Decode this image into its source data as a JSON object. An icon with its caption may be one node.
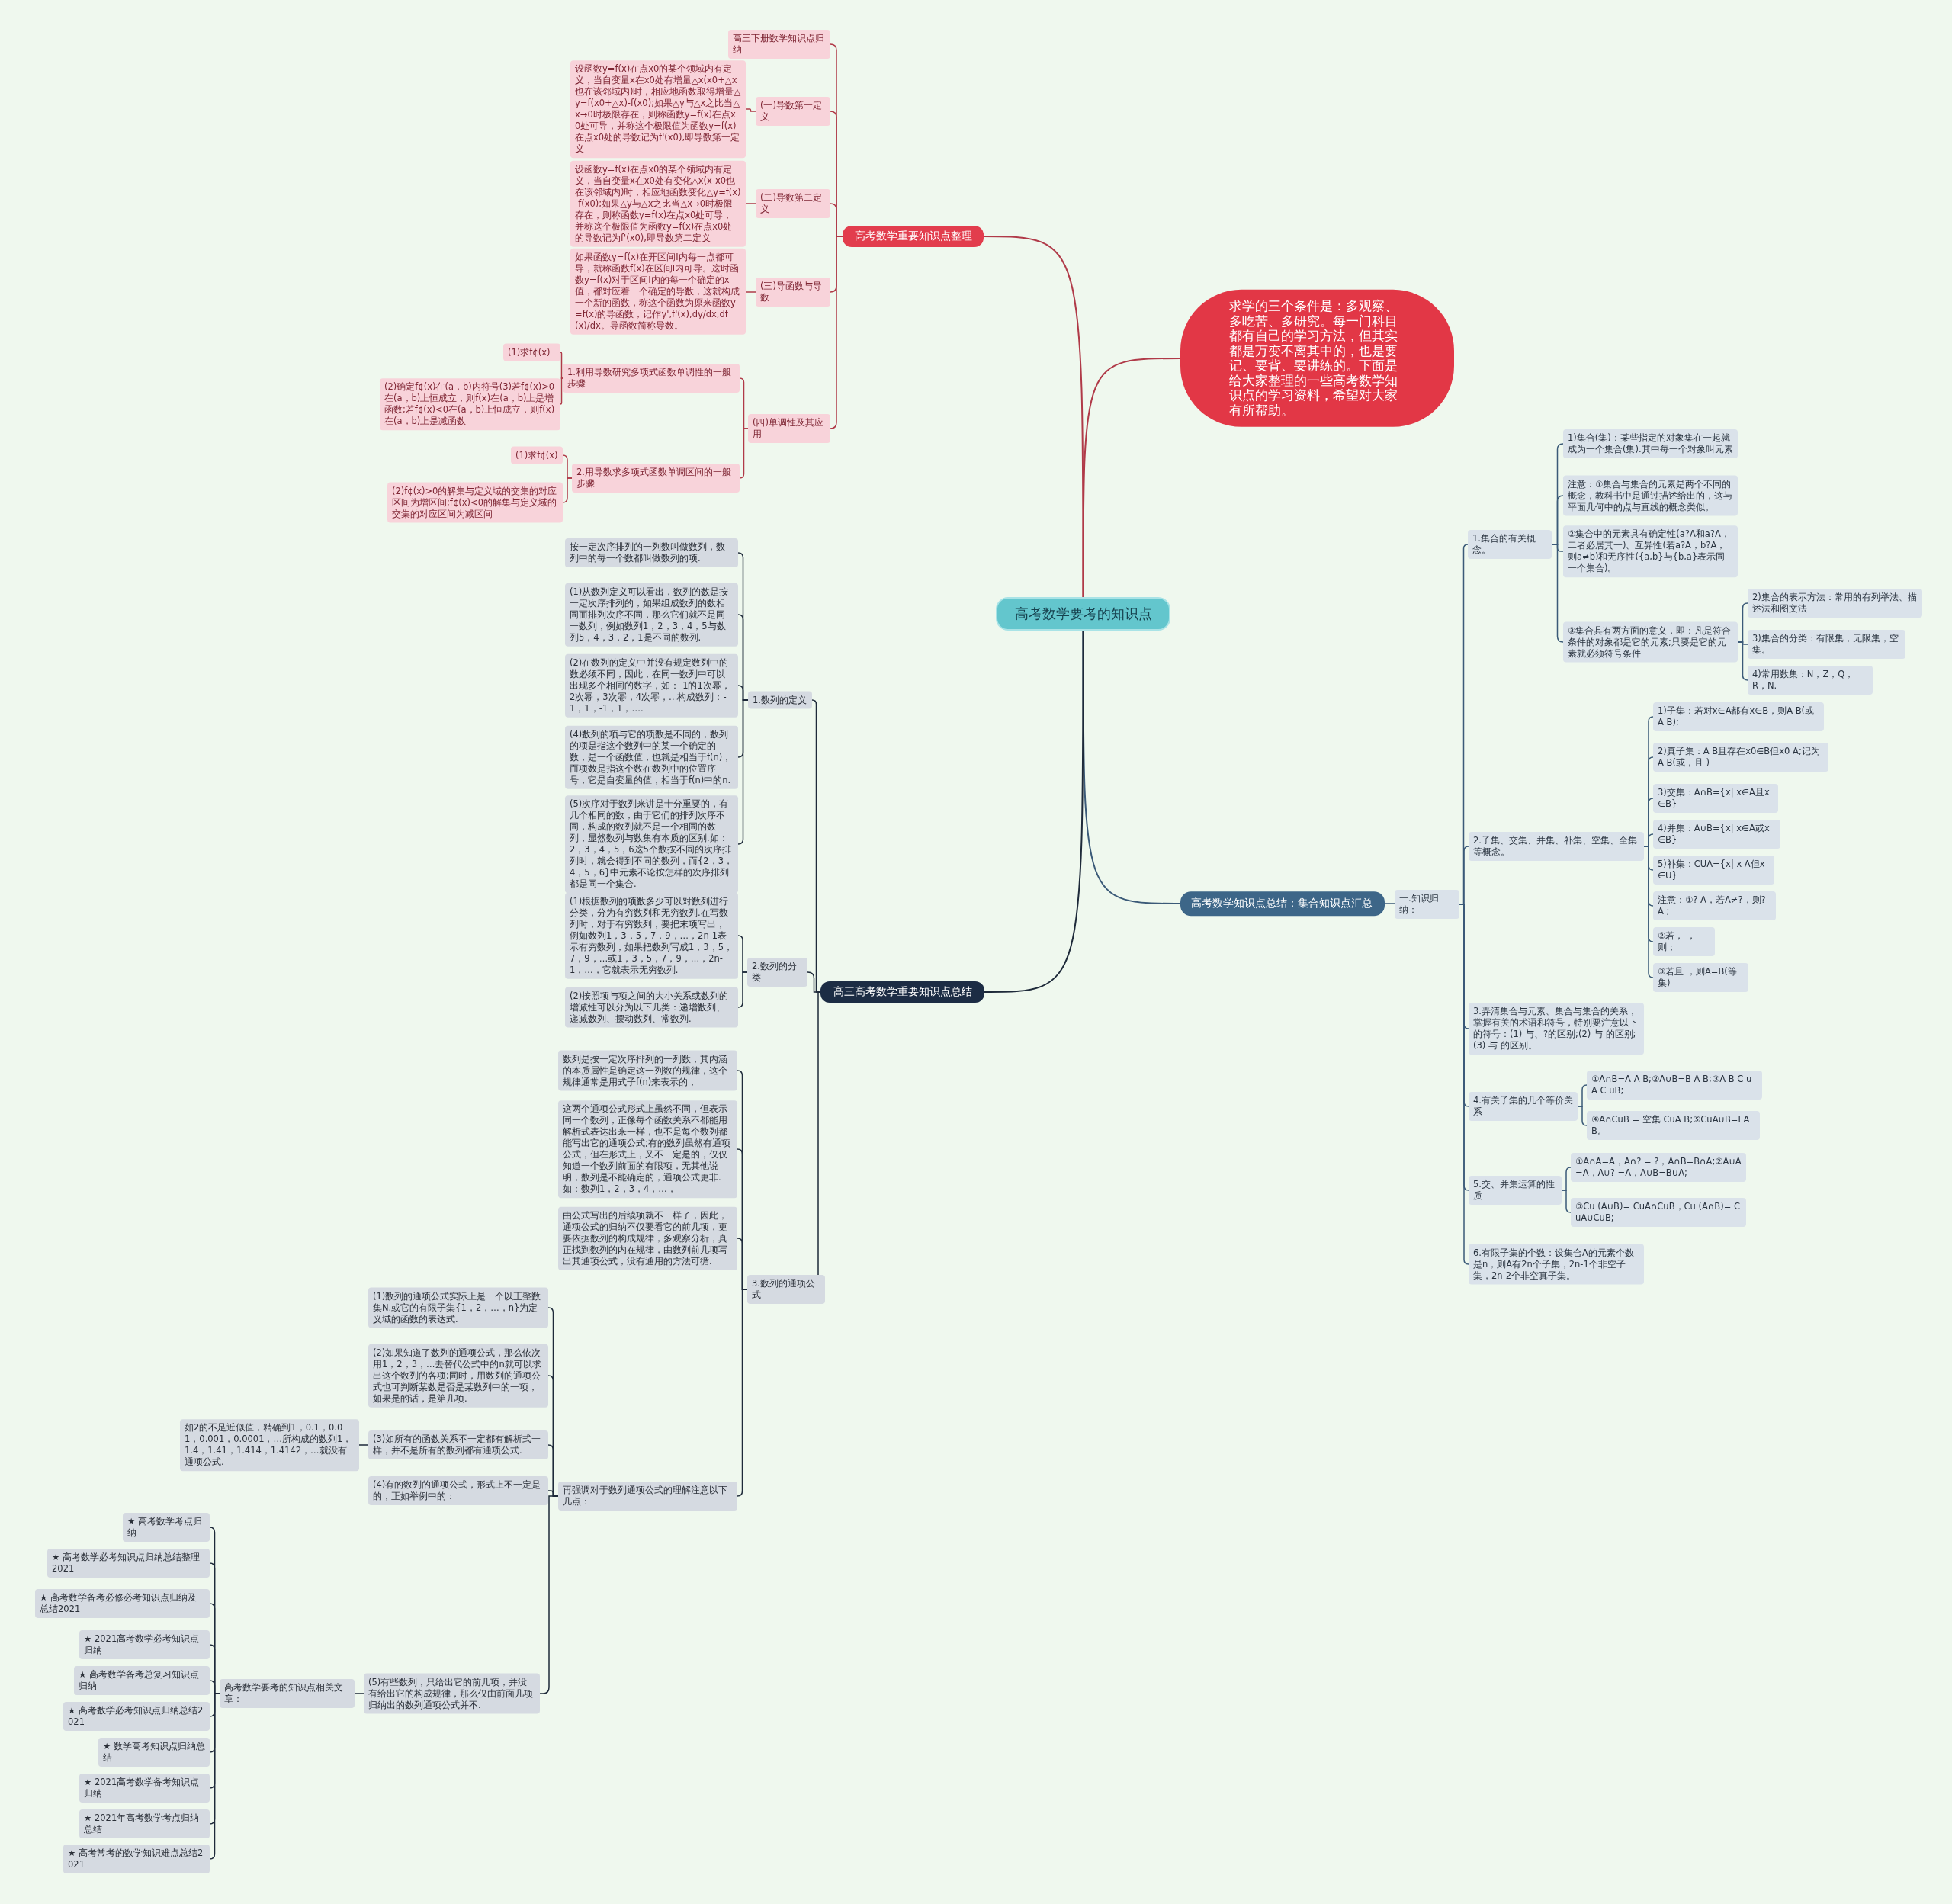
{
  "diagram": {
    "nodes": [
      {
        "text": [
          "高考数学要考的知识点"
        ]
      },
      {
        "text": [
          "高考数学重要知识点整理"
        ]
      },
      {
        "text": [
          "高三下册数学知识点归纳"
        ]
      },
      {
        "text": [
          "(一)导数第一定义"
        ]
      },
      {
        "text": [
          "设函数y=f(x)在点x0的某个领域内有定义，当自变量x在x0处有增量△x(x0+△x也在该邻域内)时，相应地函数取得增量△y=f(x0+△x)-f(x0);如果△y与△x之比当△x→0时极限存在，则称函数y=f(x)在点x0处可导，并称这个极限值为函数y=f(x)在点x0处的导数记为f'(x0),即导数第一定义"
        ]
      },
      {
        "text": [
          "(二)导数第二定义"
        ]
      },
      {
        "text": [
          "设函数y=f(x)在点x0的某个领域内有定义，当自变量x在x0处有变化△x(x-x0也在该邻域内)时，相应地函数变化△y=f(x)-f(x0);如果△y与△x之比当△x→0时极限存在，则称函数y=f(x)在点x0处可导，并称这个极限值为函数y=f(x)在点x0处的导数记为f'(x0),即导数第二定义"
        ]
      },
      {
        "text": [
          "(三)导函数与导数"
        ]
      },
      {
        "text": [
          "如果函数y=f(x)在开区间I内每一点都可导，就称函数f(x)在区间I内可导。这时函数y=f(x)对于区间I内的每一个确定的x值，都对应着一个确定的导数，这就构成一个新的函数，称这个函数为原来函数y=f(x)的导函数，记作y',f'(x),dy/dx,df(x)/dx。导函数简称导数。"
        ]
      },
      {
        "text": [
          "(四)单调性及其应用"
        ]
      },
      {
        "text": [
          "1.利用导数研究多项式函数单调性的一般步骤"
        ]
      },
      {
        "text": [
          "(1)求f¢(x)"
        ]
      },
      {
        "text": [
          "(2)确定f¢(x)在(a，b)内符号(3)若f¢(x)>0在(a，b)上恒成立，则f(x)在(a，b)上是增函数;若f¢(x)<0在(a，b)上恒成立，则f(x)在(a，b)上是减函数"
        ]
      },
      {
        "text": [
          "2.用导数求多项式函数单调区间的一般步骤"
        ]
      },
      {
        "text": [
          "(1)求f¢(x)"
        ]
      },
      {
        "text": [
          "(2)f¢(x)>0的解集与定义域的交集的对应区间为增区间;f¢(x)<0的解集与定义域的交集的对应区间为减区间"
        ]
      },
      {
        "text": [
          "高三高考数学重要知识点总结"
        ]
      },
      {
        "text": [
          "1.数列的定义"
        ]
      },
      {
        "text": [
          "按一定次序排列的一列数叫做数列，数列中的每一个数都叫做数列的项."
        ]
      },
      {
        "text": [
          "(1)从数列定义可以看出，数列的数是按一定次序排列的，如果组成数列的数相同而排列次序不同，那么它们就不是同一数列，例如数列1，2，3，4，5与数列5，4，3，2，1是不同的数列."
        ]
      },
      {
        "text": [
          "(2)在数列的定义中并没有规定数列中的数必须不同，因此，在同一数列中可以出现多个相同的数字，如：-1的1次幂，2次幂，3次幂，4次幂，…构成数列：-1，1，-1，1，…."
        ]
      },
      {
        "text": [
          "(4)数列的项与它的项数是不同的，数列的项是指这个数列中的某一个确定的数，是一个函数值，也就是相当于f(n)，而项数是指这个数在数列中的位置序号，它是自变量的值，相当于f(n)中的n."
        ]
      },
      {
        "text": [
          "(5)次序对于数列来讲是十分重要的，有几个相同的数，由于它们的排列次序不同，构成的数列就不是一个相同的数列，显然数列与数集有本质的区别.如：2，3，4，5，6这5个数按不同的次序排列时，就会得到不同的数列，而{2，3，4，5，6}中元素不论按怎样的次序排列都是同一个集合."
        ]
      },
      {
        "text": [
          "2.数列的分类"
        ]
      },
      {
        "text": [
          "(1)根据数列的项数多少可以对数列进行分类，分为有穷数列和无穷数列.在写数列时，对于有穷数列，要把末项写出，例如数列1，3，5，7，9，…，2n-1表示有穷数列，如果把数列写成1，3，5，7，9，…或1，3，5，7，9，…，2n-1，…，它就表示无穷数列."
        ]
      },
      {
        "text": [
          "(2)按照项与项之间的大小关系或数列的增减性可以分为以下几类：递增数列、递减数列、摆动数列、常数列."
        ]
      },
      {
        "text": [
          "3.数列的通项公式"
        ]
      },
      {
        "text": [
          "数列是按一定次序排列的一列数，其内涵的本质属性是确定这一列数的规律，这个规律通常是用式子f(n)来表示的，"
        ]
      },
      {
        "text": [
          "这两个通项公式形式上虽然不同，但表示同一个数列，正像每个函数关系不都能用解析式表达出来一样，也不是每个数列都能写出它的通项公式;有的数列虽然有通项公式，但在形式上，又不一定是的，仅仅知道一个数列前面的有限项，无其他说明，数列是不能确定的，通项公式更非.如：数列1，2，3，4，…，"
        ]
      },
      {
        "text": [
          "由公式写出的后续项就不一样了，因此，通项公式的归纳不仅要看它的前几项，更要依据数列的构成规律，多观察分析，真正找到数列的内在规律，由数列前几项写出其通项公式，没有通用的方法可循."
        ]
      },
      {
        "text": [
          "再强调对于数列通项公式的理解注意以下几点："
        ]
      },
      {
        "text": [
          "(1)数列的通项公式实际上是一个以正整数集N.或它的有限子集{1，2，…，n}为定义域的函数的表达式."
        ]
      },
      {
        "text": [
          "(2)如果知道了数列的通项公式，那么依次用1，2，3，…去替代公式中的n就可以求出这个数列的各项;同时，用数列的通项公式也可判断某数是否是某数列中的一项，如果是的话，是第几项."
        ]
      },
      {
        "text": [
          "(3)如所有的函数关系不一定都有解析式一样，并不是所有的数列都有通项公式."
        ]
      },
      {
        "text": [
          "如2的不足近似值，精确到1，0.1，0.01，0.001，0.0001，…所构成的数列1，1.4，1.41，1.414，1.4142，…就没有通项公式."
        ]
      },
      {
        "text": [
          "(4)有的数列的通项公式，形式上不一定是的，正如举例中的："
        ]
      },
      {
        "text": [
          "(5)有些数列，只给出它的前几项，并没有给出它的构成规律，那么仅由前面几项归纳出的数列通项公式并不."
        ]
      },
      {
        "text": [
          "高考数学要考的知识点相关文章："
        ]
      },
      {
        "text": [
          "★ 高考数学考点归纳"
        ]
      },
      {
        "text": [
          "★ 高考数学必考知识点归纳总结整理2021"
        ]
      },
      {
        "text": [
          "★ 高考数学备考必修必考知识点归纳及总结2021"
        ]
      },
      {
        "text": [
          "★ 2021高考数学必考知识点归纳"
        ]
      },
      {
        "text": [
          "★ 高考数学备考总复习知识点归纳"
        ]
      },
      {
        "text": [
          "★ 高考数学必考知识点归纳总结2021"
        ]
      },
      {
        "text": [
          "★ 数学高考知识点归纳总结"
        ]
      },
      {
        "text": [
          "★ 2021高考数学备考知识点归纳"
        ]
      },
      {
        "text": [
          "★ 2021年高考数学考点归纳总结"
        ]
      },
      {
        "text": [
          "★ 高考常考的数学知识难点总结2021"
        ]
      },
      {
        "text": [
          "求学的三个条件是：多观察、多吃苦、多研究。每一门科目都有自己的学习方法，但其实都是万变不离其中的，也是要记、要背、要讲练的。下面是给大家整理的一些高考数学知识点的学习资料，希望对大家有所帮助。"
        ]
      },
      {
        "text": [
          "高考数学知识点总结：集合知识点汇总"
        ]
      },
      {
        "text": [
          "一.知识归纳："
        ]
      },
      {
        "text": [
          "1.集合的有关概念。"
        ]
      },
      {
        "text": [
          "1)集合(集)：某些指定的对象集在一起就成为一个集合(集).其中每一个对象叫元素"
        ]
      },
      {
        "text": [
          "注意：①集合与集合的元素是两个不同的概念，教科书中是通过描述给出的，这与平面几何中的点与直线的概念类似。"
        ]
      },
      {
        "text": [
          "②集合中的元素具有确定性(a?A和a?A，二者必居其一)、互异性(若a?A，b?A，则a≠b)和无序性({a,b}与{b,a}表示同一个集合)。"
        ]
      },
      {
        "text": [
          "③集合具有两方面的意义，即：凡是符合条件的对象都是它的元素;只要是它的元素就必须符号条件"
        ]
      },
      {
        "text": [
          "2)集合的表示方法：常用的有列举法、描述法和图文法"
        ]
      },
      {
        "text": [
          "3)集合的分类：有限集，无限集，空集。"
        ]
      },
      {
        "text": [
          "4)常用数集：N，Z，Q，R，N."
        ]
      },
      {
        "text": [
          "2.子集、交集、并集、补集、空集、全集等概念。"
        ]
      },
      {
        "text": [
          "1)子集：若对x∈A都有x∈B，则A B(或A B);"
        ]
      },
      {
        "text": [
          "2)真子集：A B且存在x0∈B但x0 A;记为A B(或，且 )"
        ]
      },
      {
        "text": [
          "3)交集：A∩B={x| x∈A且x∈B}"
        ]
      },
      {
        "text": [
          "4)并集：A∪B={x| x∈A或x∈B}"
        ]
      },
      {
        "text": [
          "5)补集：CUA={x| x A但x∈U}"
        ]
      },
      {
        "text": [
          "注意：①? A，若A≠?，则? A ;"
        ]
      },
      {
        "text": [
          "②若， ，则；"
        ]
      },
      {
        "text": [
          "③若且 ，则A=B(等集)"
        ]
      },
      {
        "text": [
          "3.弄清集合与元素、集合与集合的关系，掌握有关的术语和符号，特别要注意以下的符号：(1) 与、?的区别;(2) 与 的区别;(3) 与 的区别。"
        ]
      },
      {
        "text": [
          "4.有关子集的几个等价关系"
        ]
      },
      {
        "text": [
          "①A∩B=A A B;②A∪B=B A B;③A B C uA C uB;"
        ]
      },
      {
        "text": [
          "④A∩CuB = 空集 CuA B;⑤CuA∪B=I A B。"
        ]
      },
      {
        "text": [
          "5.交、并集运算的性质"
        ]
      },
      {
        "text": [
          "①A∩A=A，A∩? = ?，A∩B=B∩A;②A∪A=A，A∪? =A，A∪B=B∪A;"
        ]
      },
      {
        "text": [
          "③Cu (A∪B)= CuA∩CuB，Cu (A∩B)= CuA∪CuB;"
        ]
      },
      {
        "text": [
          "6.有限子集的个数：设集合A的元素个数是n，则A有2n个子集，2n-1个非空子集，2n-2个非空真子集。"
        ]
      }
    ],
    "edges": [
      {
        "from": 0,
        "to": 1,
        "arrow": "none",
        "color": "#b03a48"
      },
      {
        "from": 0,
        "to": 48,
        "arrow": "none",
        "color": "#b03a48"
      },
      {
        "from": 0,
        "to": 49,
        "arrow": "none",
        "color": "#3b5a78"
      },
      {
        "from": 0,
        "to": 16,
        "arrow": "none"
      },
      {
        "from": 1,
        "to": 2,
        "arrow": "none",
        "color": "#b03a48"
      },
      {
        "from": 1,
        "to": 3,
        "arrow": "none",
        "color": "#b03a48"
      },
      {
        "from": 1,
        "to": 5,
        "arrow": "none",
        "color": "#b03a48"
      },
      {
        "from": 1,
        "to": 7,
        "arrow": "none",
        "color": "#b03a48"
      },
      {
        "from": 1,
        "to": 9,
        "arrow": "none",
        "color": "#b03a48"
      },
      {
        "from": 3,
        "to": 4,
        "arrow": "none",
        "color": "#b03a48"
      },
      {
        "from": 5,
        "to": 6,
        "arrow": "none",
        "color": "#b03a48"
      },
      {
        "from": 7,
        "to": 8,
        "arrow": "none",
        "color": "#b03a48"
      },
      {
        "from": 9,
        "to": 10,
        "arrow": "none",
        "color": "#b03a48"
      },
      {
        "from": 9,
        "to": 13,
        "arrow": "none",
        "color": "#b03a48"
      },
      {
        "from": 10,
        "to": 11,
        "arrow": "none",
        "color": "#b03a48"
      },
      {
        "from": 10,
        "to": 12,
        "arrow": "none",
        "color": "#b03a48"
      },
      {
        "from": 13,
        "to": 14,
        "arrow": "none",
        "color": "#b03a48"
      },
      {
        "from": 13,
        "to": 15,
        "arrow": "none",
        "color": "#b03a48"
      },
      {
        "from": 16,
        "to": 17,
        "arrow": "none"
      },
      {
        "from": 16,
        "to": 23,
        "arrow": "none"
      },
      {
        "from": 16,
        "to": 26,
        "arrow": "none"
      },
      {
        "from": 17,
        "to": 18,
        "arrow": "none"
      },
      {
        "from": 17,
        "to": 19,
        "arrow": "none"
      },
      {
        "from": 17,
        "to": 20,
        "arrow": "none"
      },
      {
        "from": 17,
        "to": 21,
        "arrow": "none"
      },
      {
        "from": 17,
        "to": 22,
        "arrow": "none"
      },
      {
        "from": 23,
        "to": 24,
        "arrow": "none"
      },
      {
        "from": 23,
        "to": 25,
        "arrow": "none"
      },
      {
        "from": 26,
        "to": 27,
        "arrow": "none"
      },
      {
        "from": 26,
        "to": 28,
        "arrow": "none"
      },
      {
        "from": 26,
        "to": 29,
        "arrow": "none"
      },
      {
        "from": 26,
        "to": 30,
        "arrow": "none"
      },
      {
        "from": 30,
        "to": 31,
        "arrow": "none"
      },
      {
        "from": 30,
        "to": 32,
        "arrow": "none"
      },
      {
        "from": 30,
        "to": 33,
        "arrow": "none"
      },
      {
        "from": 30,
        "to": 35,
        "arrow": "none"
      },
      {
        "from": 30,
        "to": 36,
        "arrow": "none"
      },
      {
        "from": 33,
        "to": 34,
        "arrow": "none"
      },
      {
        "from": 36,
        "to": 37,
        "arrow": "none"
      },
      {
        "from": 37,
        "to": 38,
        "arrow": "none"
      },
      {
        "from": 37,
        "to": 39,
        "arrow": "none"
      },
      {
        "from": 37,
        "to": 40,
        "arrow": "none"
      },
      {
        "from": 37,
        "to": 41,
        "arrow": "none"
      },
      {
        "from": 37,
        "to": 42,
        "arrow": "none"
      },
      {
        "from": 37,
        "to": 43,
        "arrow": "none"
      },
      {
        "from": 37,
        "to": 44,
        "arrow": "none"
      },
      {
        "from": 37,
        "to": 45,
        "arrow": "none"
      },
      {
        "from": 37,
        "to": 46,
        "arrow": "none"
      },
      {
        "from": 37,
        "to": 47,
        "arrow": "none"
      },
      {
        "from": 49,
        "to": 50,
        "arrow": "none",
        "color": "#3b5a78"
      },
      {
        "from": 50,
        "to": 51,
        "arrow": "none",
        "color": "#3b5a78"
      },
      {
        "from": 50,
        "to": 59,
        "arrow": "none",
        "color": "#3b5a78"
      },
      {
        "from": 50,
        "to": 68,
        "arrow": "none",
        "color": "#3b5a78"
      },
      {
        "from": 50,
        "to": 69,
        "arrow": "none",
        "color": "#3b5a78"
      },
      {
        "from": 50,
        "to": 72,
        "arrow": "none",
        "color": "#3b5a78"
      },
      {
        "from": 50,
        "to": 75,
        "arrow": "none",
        "color": "#3b5a78"
      },
      {
        "from": 51,
        "to": 52,
        "arrow": "none",
        "color": "#3b5a78"
      },
      {
        "from": 51,
        "to": 53,
        "arrow": "none",
        "color": "#3b5a78"
      },
      {
        "from": 51,
        "to": 54,
        "arrow": "none",
        "color": "#3b5a78"
      },
      {
        "from": 51,
        "to": 55,
        "arrow": "none",
        "color": "#3b5a78"
      },
      {
        "from": 55,
        "to": 56,
        "arrow": "none",
        "color": "#3b5a78"
      },
      {
        "from": 55,
        "to": 57,
        "arrow": "none",
        "color": "#3b5a78"
      },
      {
        "from": 55,
        "to": 58,
        "arrow": "none",
        "color": "#3b5a78"
      },
      {
        "from": 59,
        "to": 60,
        "arrow": "none",
        "color": "#3b5a78"
      },
      {
        "from": 59,
        "to": 61,
        "arrow": "none",
        "color": "#3b5a78"
      },
      {
        "from": 59,
        "to": 62,
        "arrow": "none",
        "color": "#3b5a78"
      },
      {
        "from": 59,
        "to": 63,
        "arrow": "none",
        "color": "#3b5a78"
      },
      {
        "from": 59,
        "to": 64,
        "arrow": "none",
        "color": "#3b5a78"
      },
      {
        "from": 59,
        "to": 65,
        "arrow": "none",
        "color": "#3b5a78"
      },
      {
        "from": 59,
        "to": 66,
        "arrow": "none",
        "color": "#3b5a78"
      },
      {
        "from": 59,
        "to": 67,
        "arrow": "none",
        "color": "#3b5a78"
      },
      {
        "from": 69,
        "to": 70,
        "arrow": "none",
        "color": "#3b5a78"
      },
      {
        "from": 69,
        "to": 71,
        "arrow": "none",
        "color": "#3b5a78"
      },
      {
        "from": 72,
        "to": 73,
        "arrow": "none",
        "color": "#3b5a78"
      },
      {
        "from": 72,
        "to": 74,
        "arrow": "none",
        "color": "#3b5a78"
      }
    ]
  }
}
